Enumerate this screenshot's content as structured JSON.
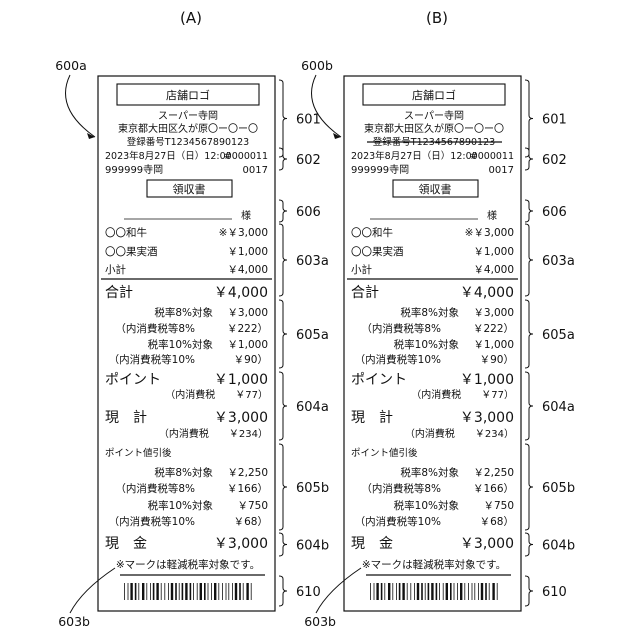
{
  "panels": [
    {
      "panel_label": "(A)",
      "ref_receipt": "600a",
      "store_logo": "店舗ロゴ",
      "store_name": "スーパー寺岡",
      "address": "東京都大田区久が原〇ー〇ー〇",
      "registration": "登録番号T1234567890123",
      "registration_struck": false,
      "datetime": "2023年8月27日（日）12:00",
      "receipt_no": "#000011",
      "store_code": "999999寺岡",
      "register_no": "0017",
      "receipt_title": "領収書",
      "name_suffix": "様",
      "items": [
        {
          "name": "〇〇和牛",
          "price": "※￥3,000"
        },
        {
          "name": "〇〇果実酒",
          "price": "￥1,000"
        },
        {
          "name": "小計",
          "price": "￥4,000"
        }
      ],
      "total_label": "合計",
      "total_value": "￥4,000",
      "tax_rows_a": [
        {
          "label": "税率8%対象",
          "value": "￥3,000"
        },
        {
          "label": "（内消費税等8%",
          "value": "￥222）"
        },
        {
          "label": "税率10%対象",
          "value": "￥1,000"
        },
        {
          "label": "（内消費税等10%",
          "value": "￥90）"
        }
      ],
      "point_label": "ポイント",
      "point_value": "￥1,000",
      "point_tax": "（内消費税　　￥77）",
      "cash_label": "現　計",
      "cash_value": "￥3,000",
      "cash_tax": "（内消費税　　￥234）",
      "after_point_label": "ポイント値引後",
      "tax_rows_b": [
        {
          "label": "税率8%対象",
          "value": "￥2,250"
        },
        {
          "label": "（内消費税等8%",
          "value": "￥166）"
        },
        {
          "label": "税率10%対象",
          "value": "￥750"
        },
        {
          "label": "（内消費税等10%",
          "value": "￥68）"
        }
      ],
      "final_label": "現　金",
      "final_value": "￥3,000",
      "note": "※マークは軽減税率対象です。",
      "ref_note": "603b",
      "refs": [
        "601",
        "602",
        "606",
        "603a",
        "605a",
        "604a",
        "605b",
        "604b",
        "610"
      ]
    },
    {
      "panel_label": "(B)",
      "ref_receipt": "600b",
      "store_logo": "店舗ロゴ",
      "store_name": "スーパー寺岡",
      "address": "東京都大田区久が原〇ー〇ー〇",
      "registration": "登録番号T1234567890123",
      "registration_struck": true,
      "datetime": "2023年8月27日（日）12:00",
      "receipt_no": "#000011",
      "store_code": "999999寺岡",
      "register_no": "0017",
      "receipt_title": "領収書",
      "name_suffix": "様",
      "items": [
        {
          "name": "〇〇和牛",
          "price": "※￥3,000"
        },
        {
          "name": "〇〇果実酒",
          "price": "￥1,000"
        },
        {
          "name": "小計",
          "price": "￥4,000"
        }
      ],
      "total_label": "合計",
      "total_value": "￥4,000",
      "tax_rows_a": [
        {
          "label": "税率8%対象",
          "value": "￥3,000"
        },
        {
          "label": "（内消費税等8%",
          "value": "￥222）"
        },
        {
          "label": "税率10%対象",
          "value": "￥1,000"
        },
        {
          "label": "（内消費税等10%",
          "value": "￥90）"
        }
      ],
      "point_label": "ポイント",
      "point_value": "￥1,000",
      "point_tax": "（内消費税　　￥77）",
      "cash_label": "現　計",
      "cash_value": "￥3,000",
      "cash_tax": "（内消費税　　￥234）",
      "after_point_label": "ポイント値引後",
      "tax_rows_b": [
        {
          "label": "税率8%対象",
          "value": "￥2,250"
        },
        {
          "label": "（内消費税等8%",
          "value": "￥166）"
        },
        {
          "label": "税率10%対象",
          "value": "￥750"
        },
        {
          "label": "（内消費税等10%",
          "value": "￥68）"
        }
      ],
      "final_label": "現　金",
      "final_value": "￥3,000",
      "note": "※マークは軽減税率対象です。",
      "ref_note": "603b",
      "refs": [
        "601",
        "602",
        "606",
        "603a",
        "605a",
        "604a",
        "605b",
        "604b",
        "610"
      ]
    }
  ]
}
